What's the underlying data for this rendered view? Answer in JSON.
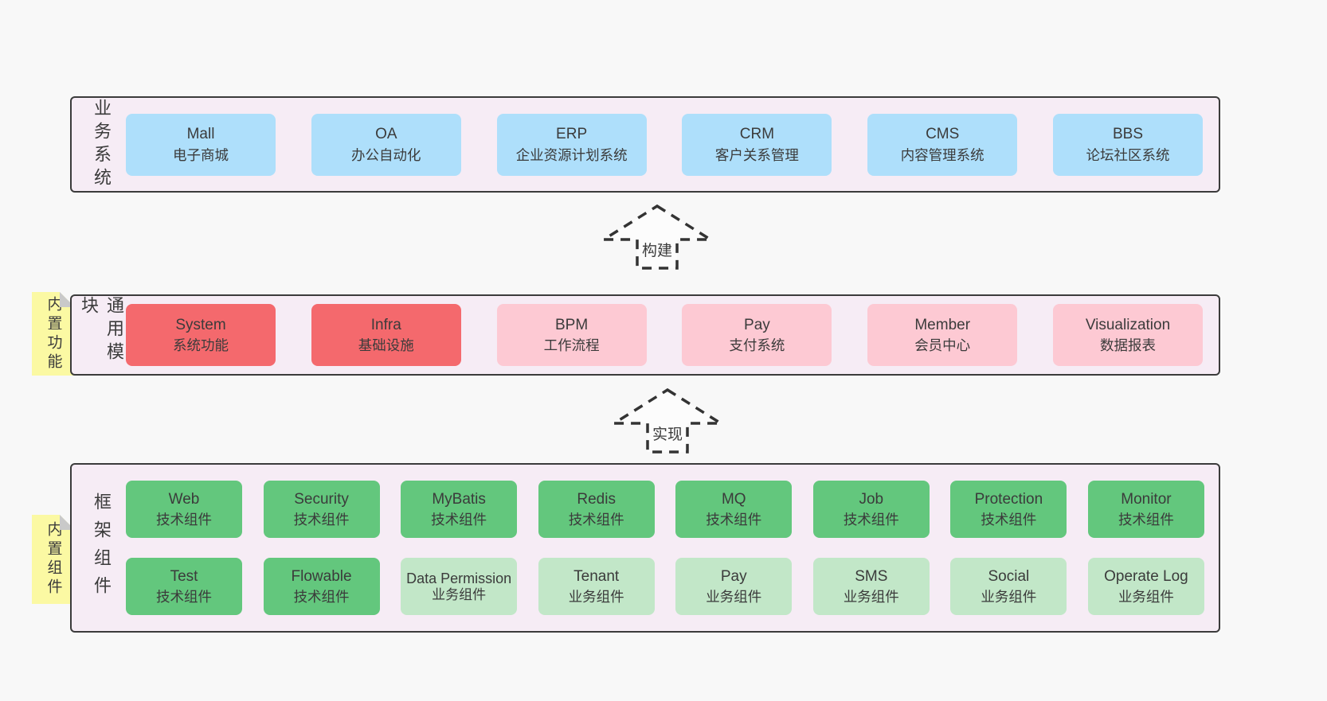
{
  "colors": {
    "page_bg": "#f8f8f8",
    "panel_bg": "#f6ecf5",
    "panel_border": "#3b3b3b",
    "text": "#3b3b3b",
    "blue": "#aedffb",
    "red": "#f4696d",
    "pink": "#fdc9d3",
    "green_dark": "#63c77d",
    "green_light": "#c2e7c8",
    "note_yellow": "#fbf9a3",
    "note_fold": "#c9c9c9",
    "arrow_fill": "#fcfcfc",
    "arrow_stroke": "#333333"
  },
  "panels": {
    "business": {
      "label": "业务系统",
      "boxes": [
        {
          "title": "Mall",
          "subtitle": "电子商城"
        },
        {
          "title": "OA",
          "subtitle": "办公自动化"
        },
        {
          "title": "ERP",
          "subtitle": "企业资源计划系统"
        },
        {
          "title": "CRM",
          "subtitle": "客户关系管理"
        },
        {
          "title": "CMS",
          "subtitle": "内容管理系统"
        },
        {
          "title": "BBS",
          "subtitle": "论坛社区系统"
        }
      ]
    },
    "modules": {
      "label": "通用模块",
      "note": "内置功能",
      "boxes": [
        {
          "title": "System",
          "subtitle": "系统功能"
        },
        {
          "title": "Infra",
          "subtitle": "基础设施"
        },
        {
          "title": "BPM",
          "subtitle": "工作流程"
        },
        {
          "title": "Pay",
          "subtitle": "支付系统"
        },
        {
          "title": "Member",
          "subtitle": "会员中心"
        },
        {
          "title": "Visualization",
          "subtitle": "数据报表"
        }
      ]
    },
    "components": {
      "label": "框架组件",
      "note": "内置组件",
      "row1": [
        {
          "title": "Web",
          "subtitle": "技术组件"
        },
        {
          "title": "Security",
          "subtitle": "技术组件"
        },
        {
          "title": "MyBatis",
          "subtitle": "技术组件"
        },
        {
          "title": "Redis",
          "subtitle": "技术组件"
        },
        {
          "title": "MQ",
          "subtitle": "技术组件"
        },
        {
          "title": "Job",
          "subtitle": "技术组件"
        },
        {
          "title": "Protection",
          "subtitle": "技术组件"
        },
        {
          "title": "Monitor",
          "subtitle": "技术组件"
        }
      ],
      "row2": [
        {
          "title": "Test",
          "subtitle": "技术组件"
        },
        {
          "title": "Flowable",
          "subtitle": "技术组件"
        },
        {
          "title": "Data Permission",
          "subtitle": "业务组件"
        },
        {
          "title": "Tenant",
          "subtitle": "业务组件"
        },
        {
          "title": "Pay",
          "subtitle": "业务组件"
        },
        {
          "title": "SMS",
          "subtitle": "业务组件"
        },
        {
          "title": "Social",
          "subtitle": "业务组件"
        },
        {
          "title": "Operate Log",
          "subtitle": "业务组件"
        }
      ]
    }
  },
  "arrows": [
    {
      "label": "构建"
    },
    {
      "label": "实现"
    }
  ]
}
